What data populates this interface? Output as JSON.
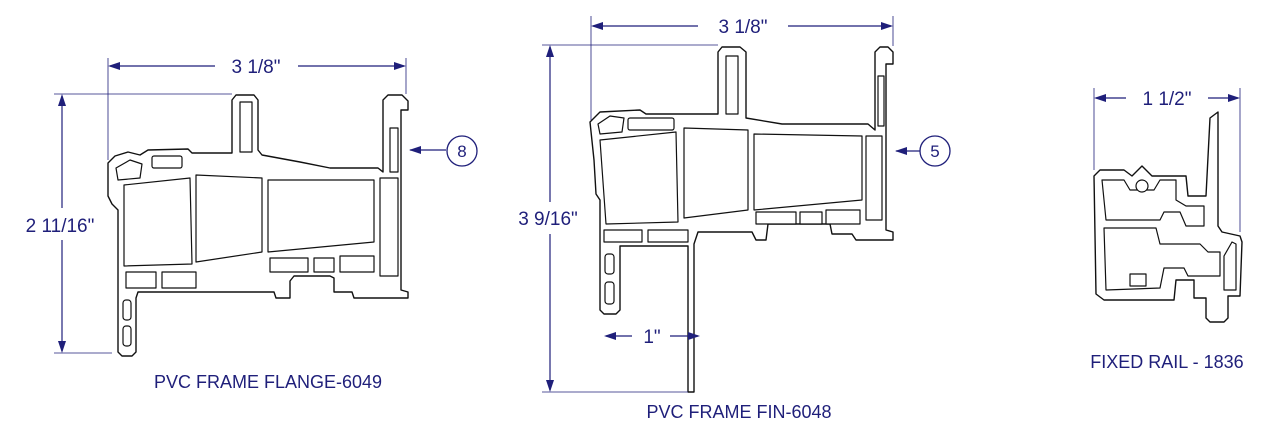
{
  "profiles": [
    {
      "caption": "PVC FRAME FLANGE-6049",
      "width_label": "3 1/8\"",
      "height_label": "2 11/16\"",
      "callout": "8"
    },
    {
      "caption": "PVC FRAME FIN-6048",
      "width_label": "3 1/8\"",
      "height_label": "3 9/16\"",
      "fin_label": "1\"",
      "callout": "5"
    },
    {
      "caption": "FIXED RAIL - 1836",
      "width_label": "1 1/2\""
    }
  ],
  "colors": {
    "annotation": "#1f1f7a",
    "outline": "#111111"
  }
}
